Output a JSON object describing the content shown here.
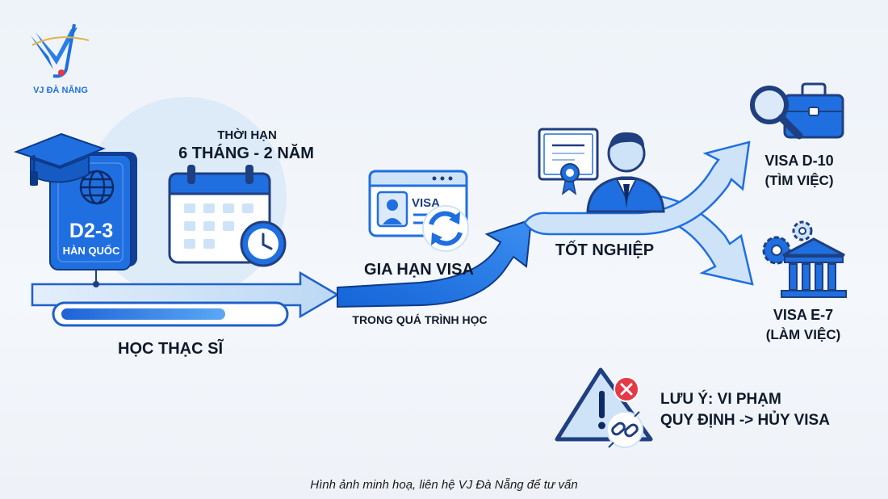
{
  "logo": {
    "text": "VJ ĐÀ NẴNG"
  },
  "passport": {
    "code": "D2-3",
    "country": "HÀN QUỐC"
  },
  "duration": {
    "line1": "THỜI HẠN",
    "line2": "6 THÁNG - 2 NĂM"
  },
  "study": {
    "label": "HỌC THẠC SĨ",
    "progress": 0.75
  },
  "renewal": {
    "card_text": "VISA",
    "title": "GIA HẠN VISA",
    "subtitle": "TRONG QUÁ TRÌNH HỌC"
  },
  "graduation": {
    "label": "TỐT NGHIỆP"
  },
  "visa_d10": {
    "line1": "VISA D-10",
    "line2": "(TÌM VIỆC)"
  },
  "visa_e7": {
    "line1": "VISA E-7",
    "line2": "(LÀM VIỆC)"
  },
  "warning": {
    "line1": "LƯU Ý: VI PHẠM",
    "line2": "QUY ĐỊNH -> HỦY VISA"
  },
  "footer": {
    "caption": "Hình ảnh minh hoạ, liên hệ VJ Đà Nẵng để tư vấn"
  },
  "colors": {
    "primary": "#1f6fe0",
    "dark": "#0d47a1",
    "light": "#cfe3f8",
    "warning_red": "#e53945",
    "text": "#0e1a2b"
  }
}
